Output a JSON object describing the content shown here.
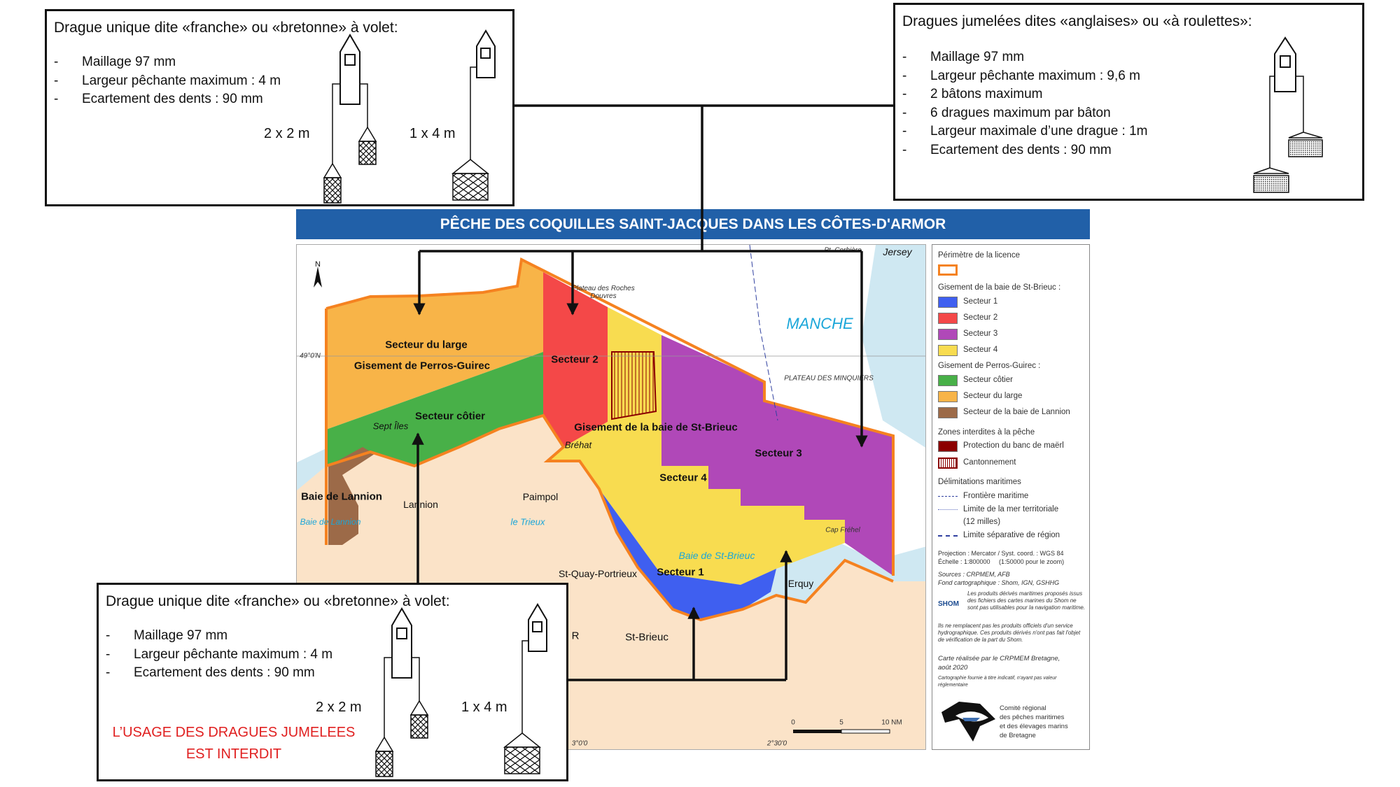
{
  "box_top_left": {
    "title": "Drague unique dite «franche» ou «bretonne» à volet:",
    "bullets": [
      "Maillage 97 mm",
      "Largeur pêchante maximum : 4 m",
      "Ecartement des dents : 90 mm"
    ],
    "config_a": "2 x 2 m",
    "config_b": "1 x 4 m"
  },
  "box_top_right": {
    "title": "Dragues jumelées dites «anglaises» ou «à roulettes»:",
    "bullets": [
      "Maillage 97 mm",
      "Largeur pêchante maximum : 9,6 m",
      "2 bâtons maximum",
      "6 dragues maximum par bâton",
      "Largeur maximale d’une drague : 1m",
      "Ecartement des dents : 90 mm"
    ]
  },
  "box_bottom": {
    "title": "Drague unique dite «franche» ou «bretonne» à volet:",
    "bullets": [
      "Maillage 97 mm",
      "Largeur pêchante maximum : 4 m",
      "Ecartement des dents : 90 mm"
    ],
    "config_a": "2 x 2 m",
    "config_b": "1 x 4 m",
    "warning_line1": "L’USAGE DES DRAGUES JUMELEES",
    "warning_line2": "EST INTERDIT"
  },
  "title": "PÊCHE DES COQUILLES SAINT-JACQUES DANS LES CÔTES-D'ARMOR",
  "map": {
    "north": "N",
    "labels": {
      "secteur_large": "Secteur du large",
      "gisement_perros": "Gisement de Perros-Guirec",
      "secteur2": "Secteur 2",
      "secteur_cotier": "Secteur côtier",
      "gisement_stbrieuc": "Gisement de la baie de St-Brieuc",
      "secteur3": "Secteur 3",
      "secteur4": "Secteur 4",
      "secteur1": "Secteur 1",
      "baie_lannion": "Baie de Lannion",
      "baie_lannion_sea": "Baie de Lannion",
      "lannion": "Lannion",
      "paimpol": "Paimpol",
      "trieux": "le Trieux",
      "baie_stbrieuc": "Baie de St-Brieuc",
      "stquay": "St-Quay-Portrieux",
      "erquy": "Erquy",
      "stbrieuc": "St-Brieuc",
      "manche": "MANCHE",
      "minquiers": "PLATEAU DES MINQUIERS",
      "douvres": "Plateau des Roches Douvres",
      "jersey": "Jersey",
      "brehat": "Bréhat",
      "sept_iles": "Sept Îles",
      "cap_frehel": "Cap Fréhel",
      "r": "R",
      "lat": "49°0'N",
      "lon1": "3°0'0",
      "lon2": "2°30'0",
      "corbiere": "Pt. Corbière"
    },
    "scale": {
      "zero": "0",
      "five": "5",
      "ten": "10 NM"
    }
  },
  "colors": {
    "secteur1": "#3f5ff0",
    "secteur2": "#f44848",
    "secteur3": "#b048b8",
    "secteur4": "#f8dc50",
    "cotier": "#48b048",
    "large": "#f8b448",
    "lannion": "#9c6a48",
    "licence": "#f58220",
    "maerl": "#8b0000",
    "title_bar": "#2160a8",
    "land": "#fbe3c8",
    "warning": "#e02020"
  },
  "legend": {
    "perimetre": "Périmètre de la licence",
    "gisement_stbrieuc": "Gisement de la baie de St-Brieuc :",
    "stbrieuc_items": [
      "Secteur 1",
      "Secteur 2",
      "Secteur 3",
      "Secteur 4"
    ],
    "gisement_perros": "Gisement de Perros-Guirec :",
    "perros_items": [
      "Secteur côtier",
      "Secteur du large",
      "Secteur de la baie de Lannion"
    ],
    "zones": "Zones interdites à la pêche",
    "zones_items": [
      "Protection du banc de maërl",
      "Cantonnement"
    ],
    "delim": "Délimitations maritimes",
    "delim_items": [
      "Frontière maritime",
      "Limite de la mer territoriale",
      "(12 milles)",
      "Limite séparative de région"
    ],
    "projection": "Projection : Mercator / Syst. coord. : WGS 84",
    "echelle": "Échelle : 1:800000     (1:50000 pour le zoom)",
    "sources": "Sources : CRPMEM, AFB",
    "fond": "Fond cartographique : Shom, IGN, GSHHG",
    "shom_logo": "SHOM",
    "shom_note": "Les produits dérivés maritimes proposés issus des fichiers des cartes marines du Shom ne sont pas utilisables pour la navigation maritime.",
    "shom_note2": "Ils ne remplacent pas les produits officiels d'un service hydrographique. Ces produits dérivés n'ont pas fait l'objet de vérification de la part du Shom.",
    "carte": "Carte réalisée par le CRPMEM Bretagne,",
    "date": "août 2020",
    "disclaimer": "Cartographie fournie à titre indicatif, n'ayant pas valeur réglementaire",
    "comite": [
      "Comité régional",
      "des pêches maritimes",
      "et des élevages marins",
      "de Bretagne"
    ]
  }
}
